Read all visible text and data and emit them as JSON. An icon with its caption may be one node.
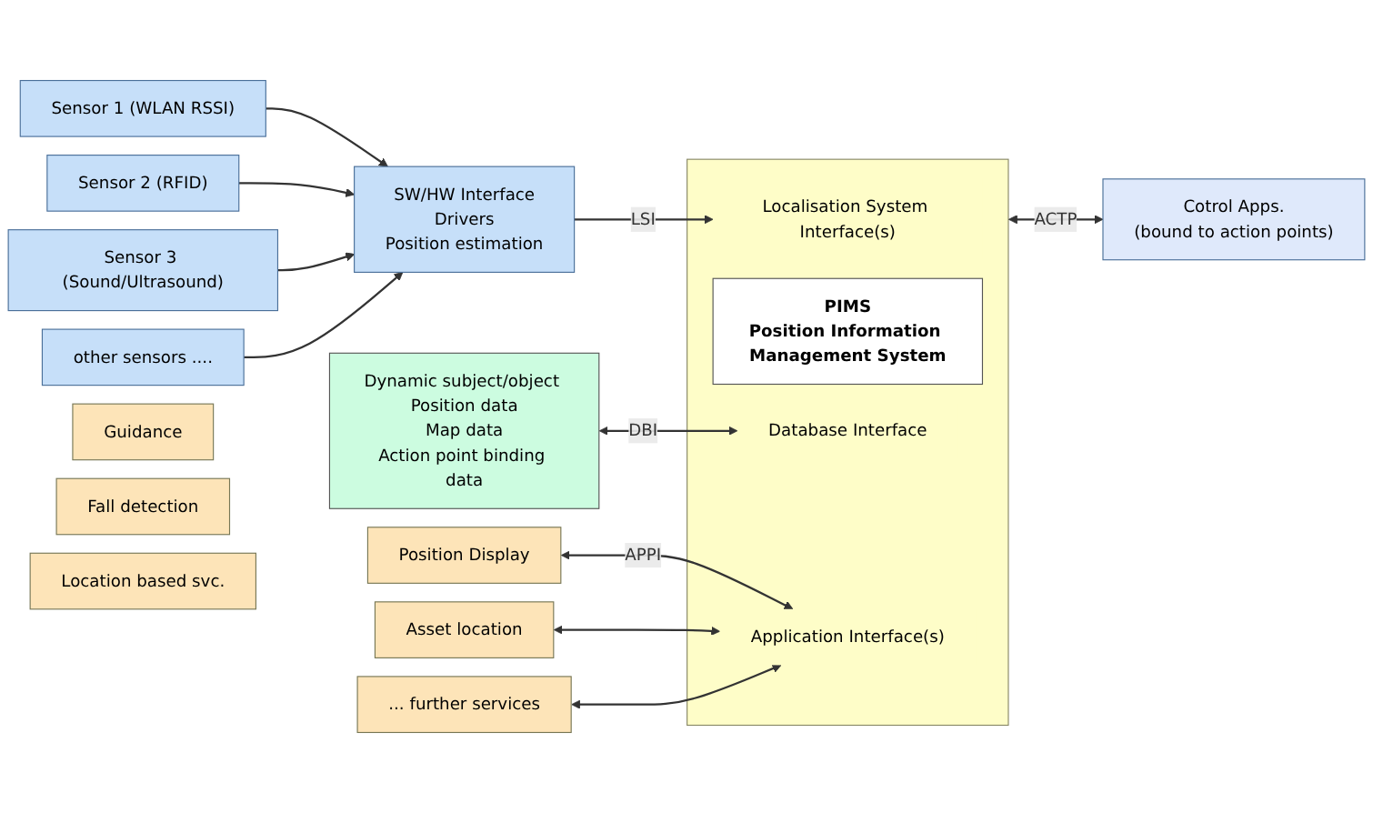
{
  "diagram": {
    "nodes": [
      {
        "text": [
          "Sensor 1 (WLAN RSSI)"
        ]
      },
      {
        "text": [
          "Sensor 2 (RFID)"
        ]
      },
      {
        "text": [
          "Sensor 3 (Sound/Ultrasound)"
        ]
      },
      {
        "text": [
          "other sensors ...."
        ]
      },
      {
        "text": [
          "SW/HW Interface",
          "Drivers",
          "Position estimation"
        ]
      },
      {
        "text": [],
        "shape": "box"
      },
      {
        "text": [
          "Localisation System Interface(s)"
        ],
        "in": 5
      },
      {
        "text": [
          "PIMS",
          "Position Information Management System"
        ],
        "in": 5
      },
      {
        "text": [
          "Database Interface"
        ],
        "in": 5
      },
      {
        "text": [
          "Application Interface(s)"
        ],
        "in": 5
      },
      {
        "text": [
          "Cotrol Apps.",
          "(bound to action points)"
        ]
      },
      {
        "text": [
          "Dynamic subject/object Position data",
          "Map data",
          "Action point binding data"
        ]
      },
      {
        "text": [
          "Guidance"
        ]
      },
      {
        "text": [
          "Position Display"
        ]
      },
      {
        "text": [
          "Fall detection"
        ]
      },
      {
        "text": [
          "Asset location"
        ]
      },
      {
        "text": [
          "Location based svc."
        ]
      },
      {
        "text": [
          "... further services"
        ]
      }
    ],
    "edges": [
      {
        "from": 0,
        "to": 4,
        "arrow": "to"
      },
      {
        "from": 1,
        "to": 4,
        "arrow": "to"
      },
      {
        "from": 2,
        "to": 4,
        "arrow": "to"
      },
      {
        "from": 3,
        "to": 4,
        "arrow": "to"
      },
      {
        "from": 4,
        "to": 6,
        "arrow": "to",
        "label": "LSI"
      },
      {
        "from": 11,
        "to": 8,
        "arrow": "both",
        "label": "DBI"
      },
      {
        "from": 13,
        "to": 9,
        "arrow": "both",
        "label": "APPI"
      },
      {
        "from": 15,
        "to": 9,
        "arrow": "both"
      },
      {
        "from": 17,
        "to": 9,
        "arrow": "both"
      },
      {
        "from": 5,
        "to": 10,
        "arrow": "both",
        "label": "ACTP"
      }
    ]
  }
}
